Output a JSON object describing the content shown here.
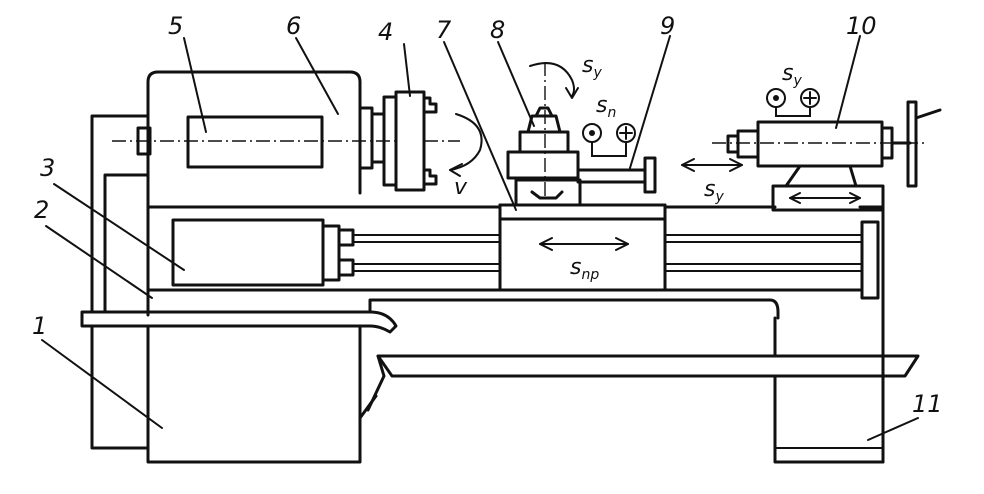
{
  "diagram": {
    "parts": [
      {
        "id": "1",
        "label": "1"
      },
      {
        "id": "2",
        "label": "2"
      },
      {
        "id": "3",
        "label": "3"
      },
      {
        "id": "4",
        "label": "4"
      },
      {
        "id": "5",
        "label": "5"
      },
      {
        "id": "6",
        "label": "6"
      },
      {
        "id": "7",
        "label": "7"
      },
      {
        "id": "8",
        "label": "8"
      },
      {
        "id": "9",
        "label": "9"
      },
      {
        "id": "10",
        "label": "10"
      },
      {
        "id": "11",
        "label": "11"
      }
    ],
    "motions": {
      "v": "v",
      "s": "s",
      "sub_y": "y",
      "sub_n": "n",
      "sub_np": "np"
    }
  }
}
